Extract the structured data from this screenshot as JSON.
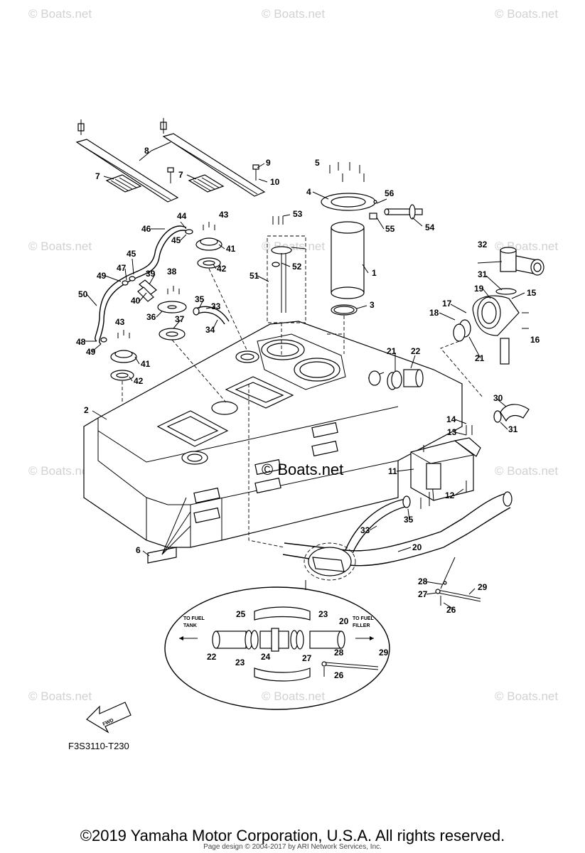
{
  "watermark": "© Boats.net",
  "center_watermark": "© Boats.net",
  "figure_code": "F3S3110-T230",
  "fwd_label": "FWD",
  "inset": {
    "left_note_line1": "TO FUEL",
    "left_note_line2": "TANK",
    "right_note_line1": "TO FUEL",
    "right_note_line2": "FILLER"
  },
  "callouts": [
    "1",
    "2",
    "3",
    "4",
    "5",
    "6",
    "7",
    "8",
    "9",
    "10",
    "11",
    "12",
    "13",
    "14",
    "15",
    "16",
    "17",
    "18",
    "19",
    "20",
    "21",
    "22",
    "23",
    "24",
    "25",
    "26",
    "27",
    "28",
    "29",
    "30",
    "31",
    "32",
    "33",
    "34",
    "35",
    "36",
    "37",
    "38",
    "39",
    "40",
    "41",
    "42",
    "43",
    "44",
    "45",
    "46",
    "47",
    "48",
    "49",
    "50",
    "51",
    "52",
    "53",
    "54",
    "55",
    "56"
  ],
  "copyright": "©2019 Yamaha Motor Corporation, U.S.A. All rights reserved.",
  "footer_note": "Page design © 2004-2017 by ARI Network Services, Inc."
}
